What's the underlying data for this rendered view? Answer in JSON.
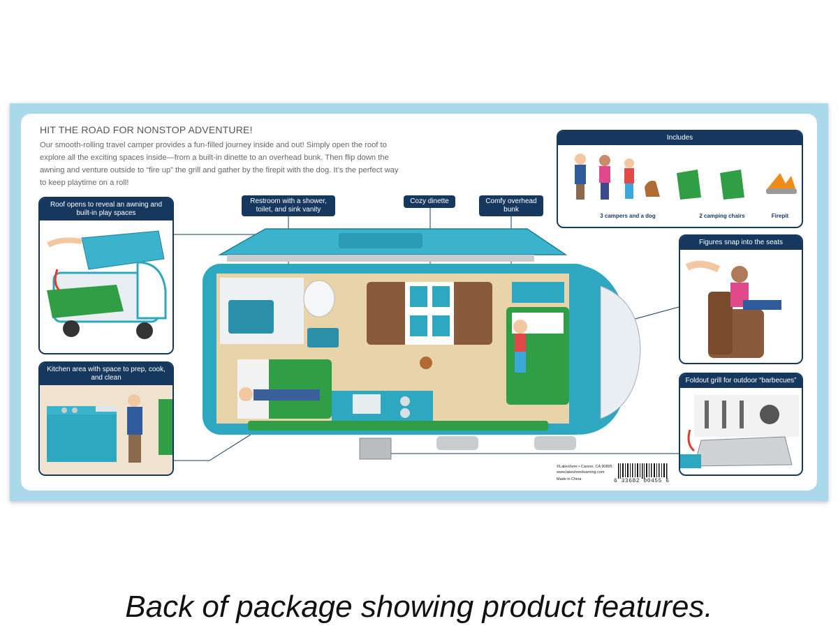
{
  "package": {
    "headline": "HIT THE ROAD FOR NONSTOP ADVENTURE!",
    "intro": "Our smooth-rolling travel camper provides a fun-filled journey inside and out! Simply open the roof to explore all the exciting spaces inside—from a built-in dinette to an overhead bunk. Then flip down the awning and venture outside to “fire up” the grill and gather by the firepit with the dog. It’s the perfect way to keep playtime on a roll!"
  },
  "callouts": {
    "restroom": "Restroom with a shower, toilet, and sink vanity",
    "dinette": "Cozy dinette",
    "bunk": "Comfy overhead bunk"
  },
  "panels": {
    "roof": "Roof opens to reveal an awning and built-in play spaces",
    "kitchen": "Kitchen area with space to prep, cook, and clean",
    "seats": "Figures snap into the seats",
    "grill": "Foldout grill for outdoor “barbecues”"
  },
  "includes": {
    "title": "Includes",
    "items": [
      "3 campers and a dog",
      "2 camping chairs",
      "Firepit"
    ]
  },
  "legal": {
    "line1": "©Lakeshore • Carson, CA 90895",
    "line2": "www.lakeshorelearning.com",
    "line3": "Made in China",
    "barcode_number": "6 33682 00455 6"
  },
  "caption": "Back of package showing product features.",
  "colors": {
    "navy": "#16385f",
    "teal": "#2ea7c0",
    "green": "#2f9e44",
    "frame": "#a9d9ea"
  }
}
